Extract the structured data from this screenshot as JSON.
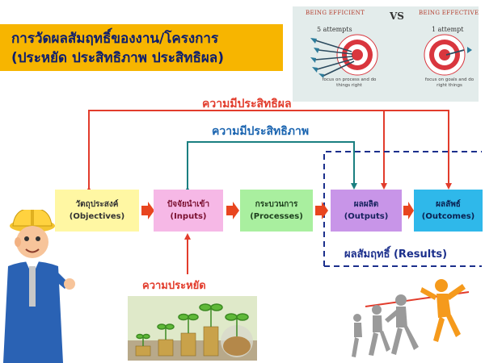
{
  "header": {
    "title_line1": "การวัดผลสัมฤทธิ์ของงาน/โครงการ",
    "title_line2": "(ประหยัด ประสิทธิภาพ ประสิทธิผล)"
  },
  "comparison": {
    "left_heading": "BEING EFFICIENT",
    "right_heading": "BEING EFFECTIVE",
    "vs": "VS",
    "left_attempts": "5 attempts",
    "right_attempts": "1 attempt",
    "left_note": "focus on process and do things right",
    "right_note": "focus on goals and do right things"
  },
  "diagram": {
    "effectiveness_label": "ความมีประสิทธิผล",
    "efficiency_label": "ความมีประสิทธิภาพ",
    "economy_label": "ความประหยัด",
    "results_label": "ผลสัมฤทธิ์ (Results)",
    "boxes": [
      {
        "thai": "วัตถุประสงค์",
        "en": "(Objectives)"
      },
      {
        "thai": "ปัจจัยนำเข้า",
        "en": "(Inputs)"
      },
      {
        "thai": "กระบวนการ",
        "en": "(Processes)"
      },
      {
        "thai": "ผลผลิต",
        "en": "(Outputs)"
      },
      {
        "thai": "ผลลัพธ์",
        "en": "(Outcomes)"
      }
    ]
  },
  "colors": {
    "banner": "#f7b500",
    "title_text": "#0d1e6e",
    "effectiveness": "#e23c2c",
    "efficiency": "#1a64b0",
    "results_frame": "#1b2f8c",
    "flow_arrow": "#e8451f"
  },
  "illustrations": {
    "worker": "cartoon-engineer-with-hard-hat",
    "coins": "plants-growing-from-coin-stacks",
    "runners": "runners-crossing-finish-line",
    "targets": "dartboard-targets"
  }
}
